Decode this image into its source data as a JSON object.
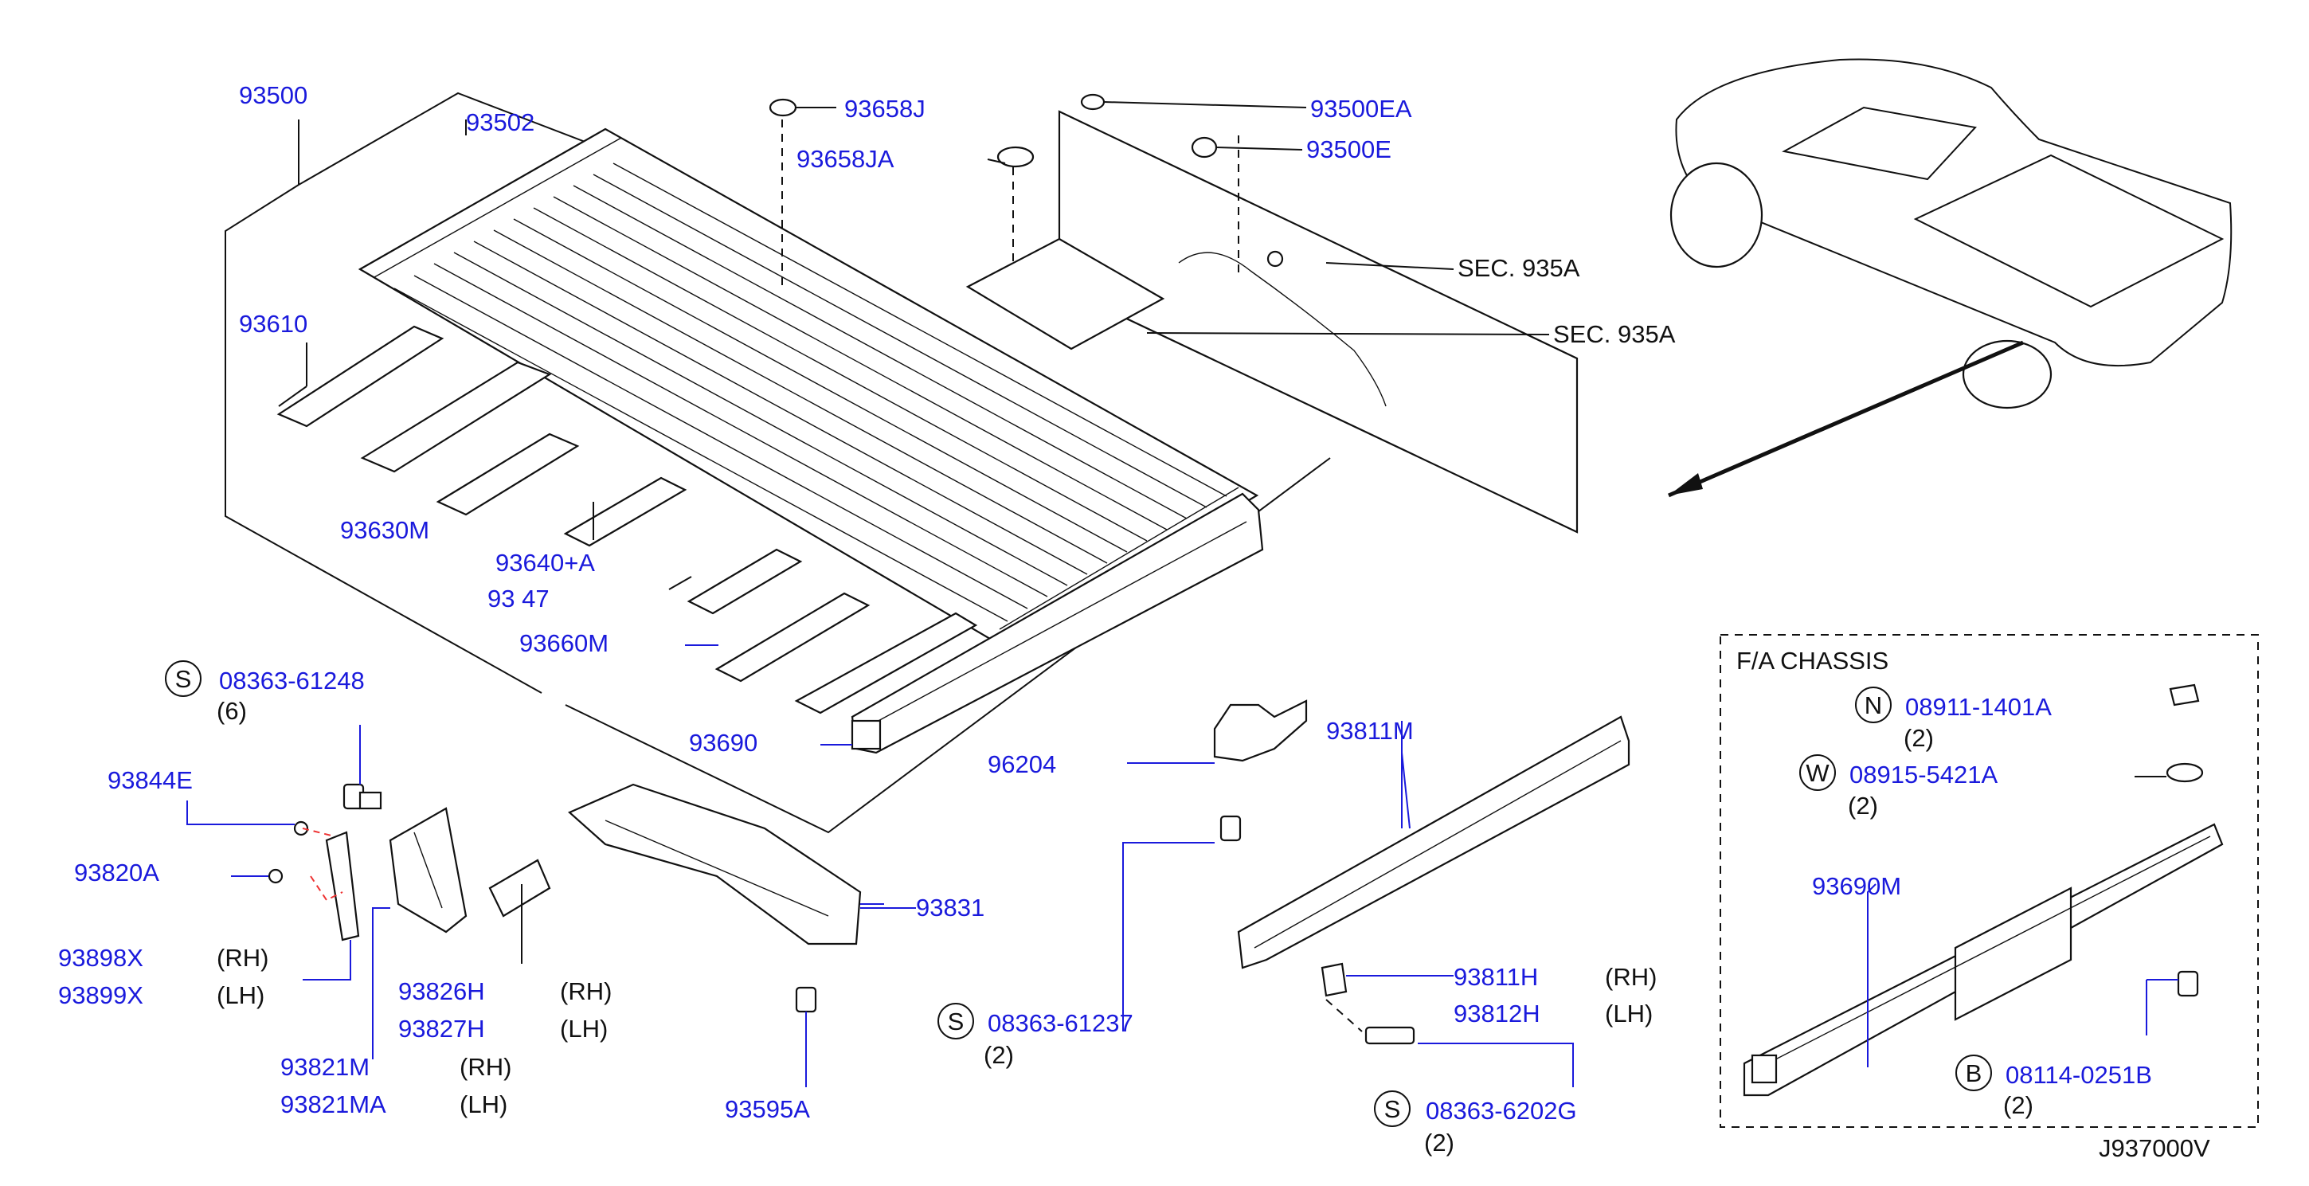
{
  "labels": {
    "p93500": "93500",
    "p93502": "93502",
    "p93658j": "93658J",
    "p93658ja": "93658JA",
    "p93500ea": "93500EA",
    "p93500e": "93500E",
    "sec1": "SEC.  935A",
    "sec2": "SEC.  935A",
    "p93610": "93610",
    "p93630m": "93630M",
    "p93640a": "93640+A",
    "p93647": "93 47",
    "p93660m": "93660M",
    "p93690": "93690",
    "p96204": "96204",
    "p93811m": "93811M",
    "p93831": "93831",
    "p93595a": "93595A",
    "p93844e": "93844E",
    "p93820a": "93820A",
    "p93898x": "93898X",
    "p93899x": "93899X",
    "p93826h": "93826H",
    "p93827h": "93827H",
    "p93821m": "93821M",
    "p93821ma": "93821MA",
    "p93811h": "93811H",
    "p93812h": "93812H",
    "s1_code": "08363-61248",
    "s1_qty": "(6)",
    "s2_code": "08363-61237",
    "s2_qty": "(2)",
    "s3_code": "08363-6202G",
    "s3_qty": "(2)",
    "rh": "(RH)",
    "lh": "(LH)"
  },
  "badges": {
    "s": "S",
    "n": "N",
    "w": "W",
    "b": "B"
  },
  "chassis_box": {
    "title": "F/A  CHASSIS",
    "n_code": "08911-1401A",
    "n_qty": "(2)",
    "w_code": "08915-5421A",
    "w_qty": "(2)",
    "p93690m": "93690M",
    "b_code": "08114-0251B",
    "b_qty": "(2)"
  },
  "diagram_id": "J937000V",
  "colors": {
    "part_number": "#1a1adc",
    "line": "#111111",
    "hidden_line": "#e33333"
  }
}
